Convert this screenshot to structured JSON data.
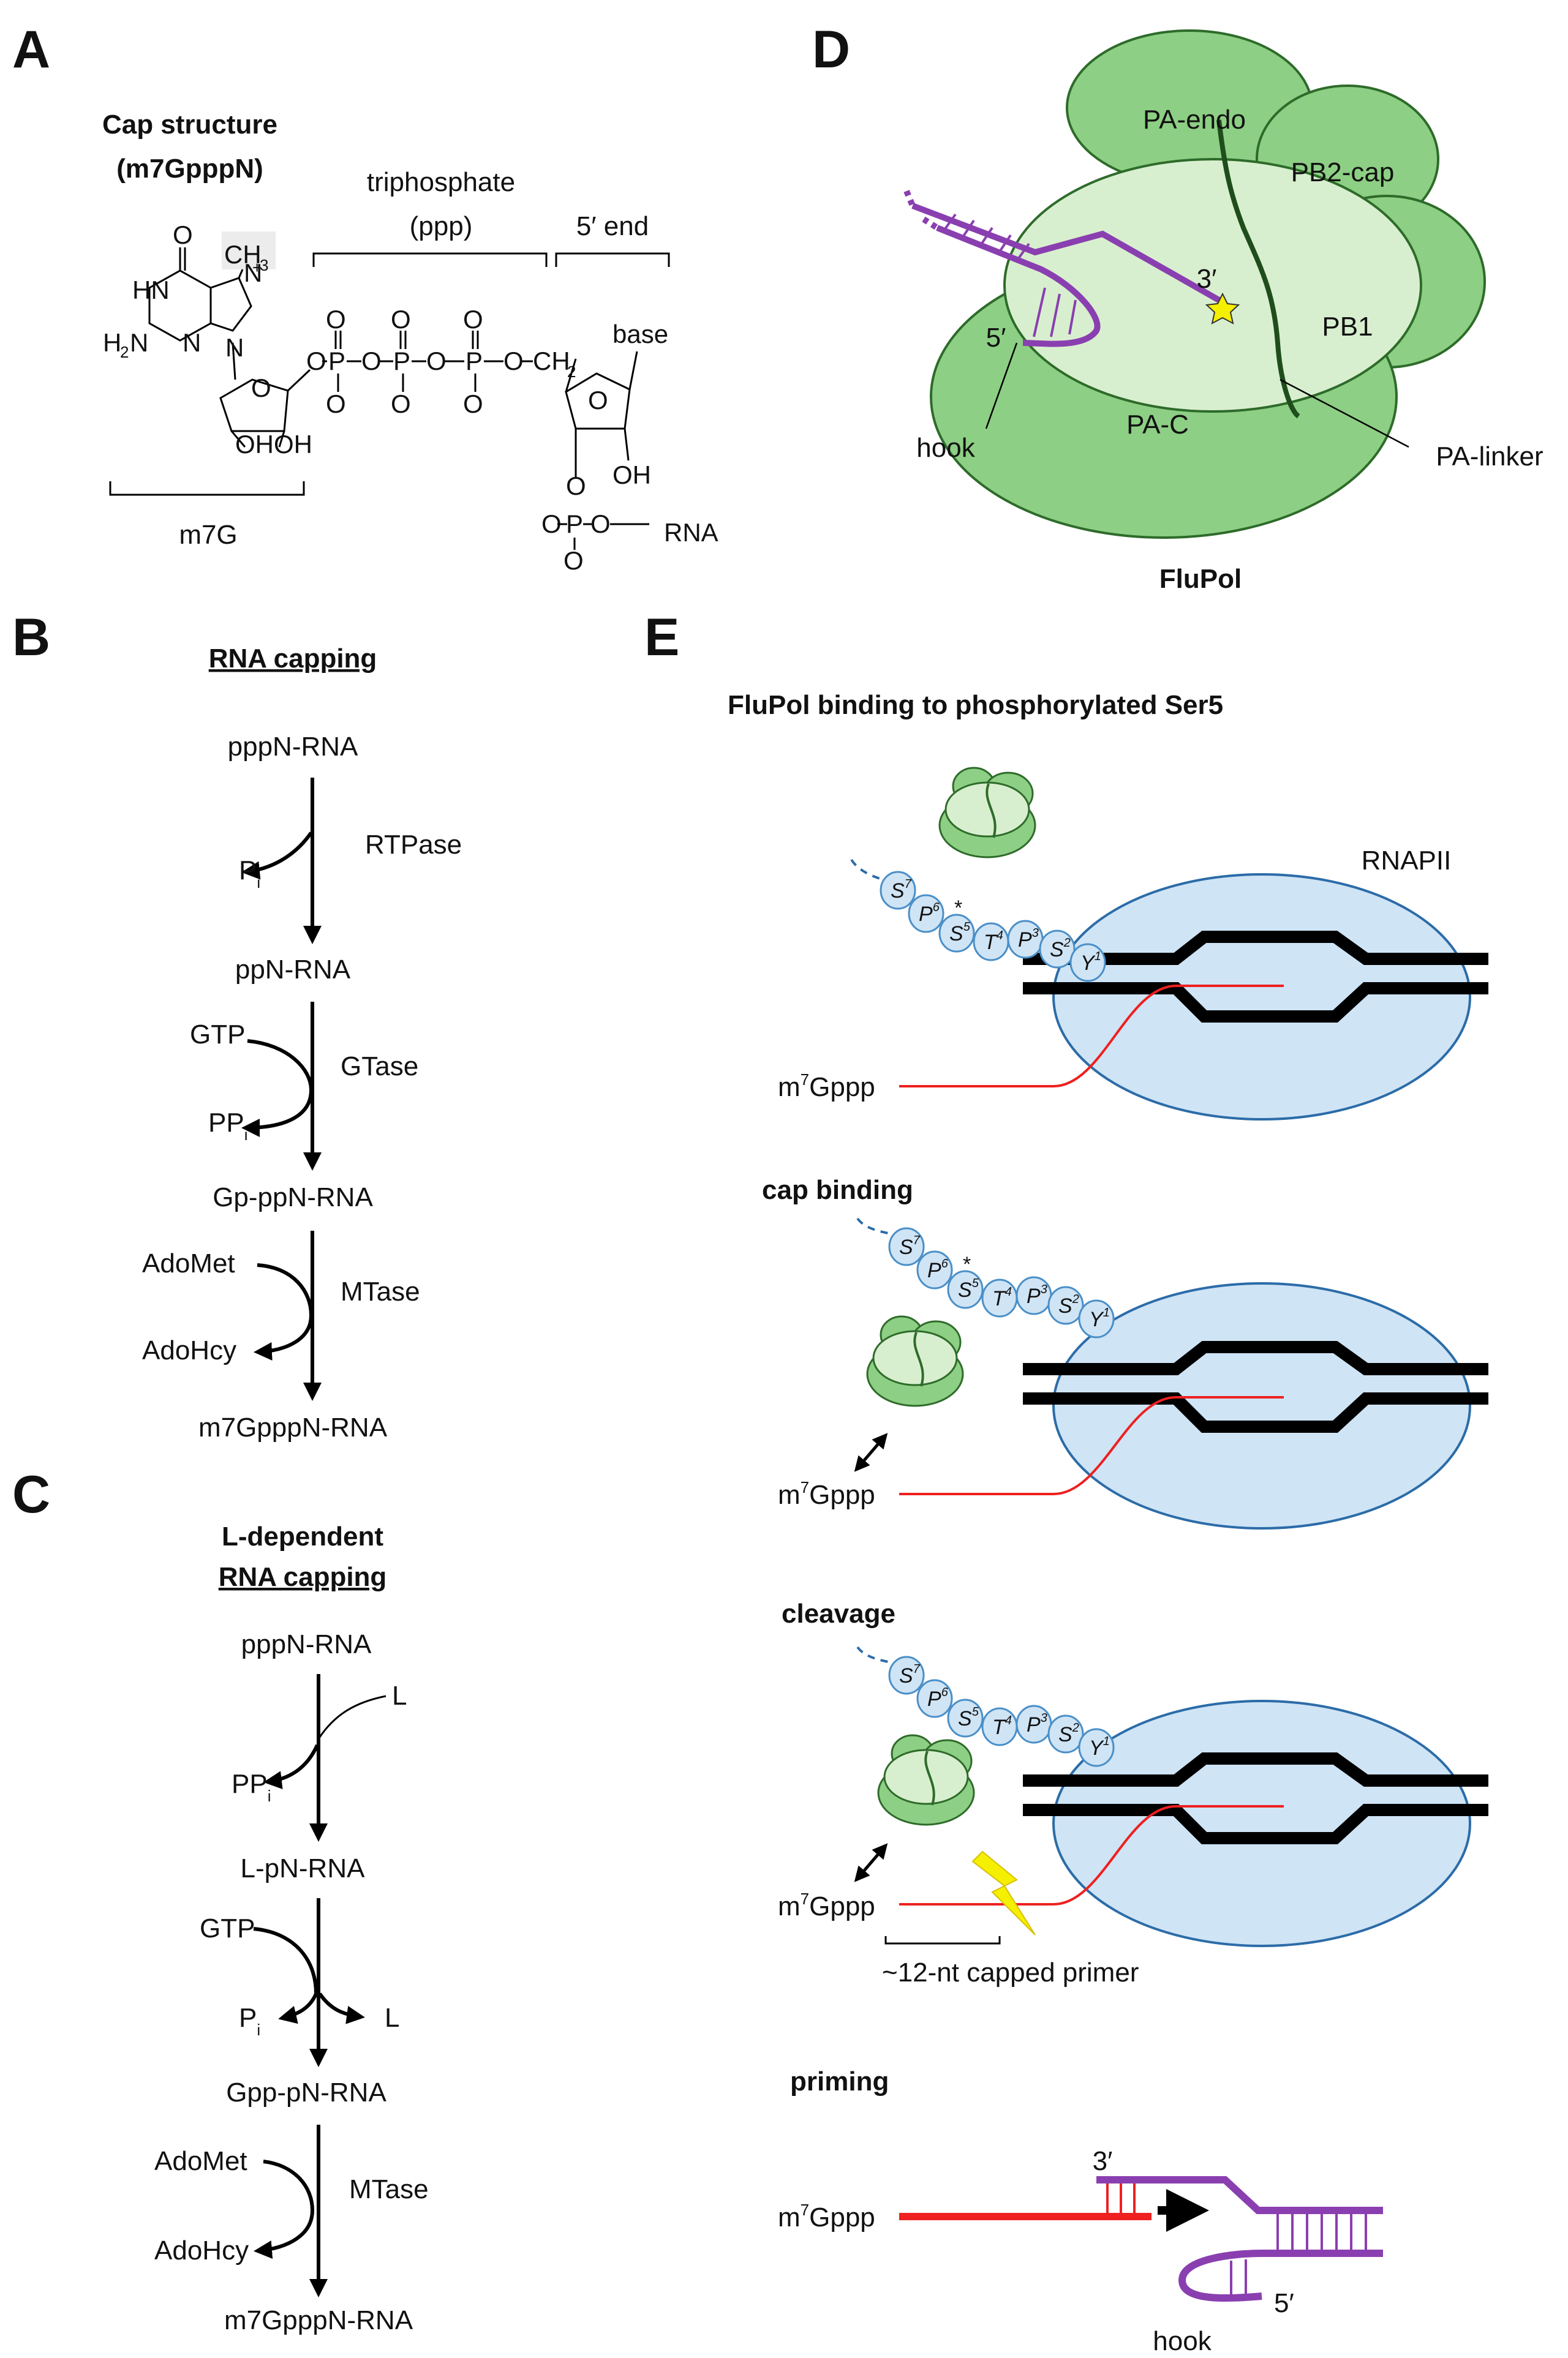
{
  "panels": {
    "A": "A",
    "B": "B",
    "C": "C",
    "D": "D",
    "E": "E"
  },
  "panelA": {
    "cap_title_1": "Cap structure",
    "cap_title_2": "(m7GpppN)",
    "triphosphate_1": "triphosphate",
    "triphosphate_2": "(ppp)",
    "five_end": "5′ end",
    "m7g": "m7G",
    "base": "base",
    "rna": "RNA",
    "oh_labels": "OHOH",
    "oh_single": "OH"
  },
  "panelB": {
    "title": "RNA capping",
    "steps": [
      "pppN-RNA",
      "ppN-RNA",
      "Gp-ppN-RNA",
      "m7GpppN-RNA"
    ],
    "enzymes": [
      "RTPase",
      "GTase",
      "MTase"
    ],
    "inputs": [
      "GTP",
      "AdoMet"
    ],
    "outputs": [
      "AdoHcy"
    ]
  },
  "panelC": {
    "title_1": "L-dependent",
    "title_2": "RNA capping",
    "steps": [
      "pppN-RNA",
      "L-pN-RNA",
      "Gpp-pN-RNA",
      "m7GpppN-RNA"
    ],
    "l_label": "L",
    "gtp": "GTP",
    "mtase": "MTase",
    "adomet": "AdoMet",
    "adohcy": "AdoHcy"
  },
  "panelD": {
    "pa_endo": "PA-endo",
    "pb2_cap": "PB2-cap",
    "pb1": "PB1",
    "pa_c": "PA-C",
    "pa_linker": "PA-linker",
    "hook": "hook",
    "three_prime": "3′",
    "five_prime": "5′",
    "title": "FluPol"
  },
  "panelE": {
    "heading": "FluPol binding to phosphorylated Ser5",
    "rnapii": "RNAPII",
    "cap": "Gppp",
    "cap_binding": "cap binding",
    "cleavage": "cleavage",
    "primer": "~12-nt capped primer",
    "priming": "priming",
    "three_prime": "3′",
    "five_prime": "5′",
    "hook": "hook",
    "ctd_residues": [
      "S",
      "P",
      "S",
      "T",
      "P",
      "S",
      "Y"
    ],
    "ctd_numbers": [
      "7",
      "6",
      "5",
      "4",
      "3",
      "2",
      "1"
    ]
  },
  "colors": {
    "green_dark": "#8dcf84",
    "green_light": "#d8efcf",
    "blue_light": "#cfe4f5",
    "blue_edge": "#4a8fc8",
    "purple": "#8a3fb0",
    "red": "#ee2020",
    "yellow": "#f5ef00"
  }
}
